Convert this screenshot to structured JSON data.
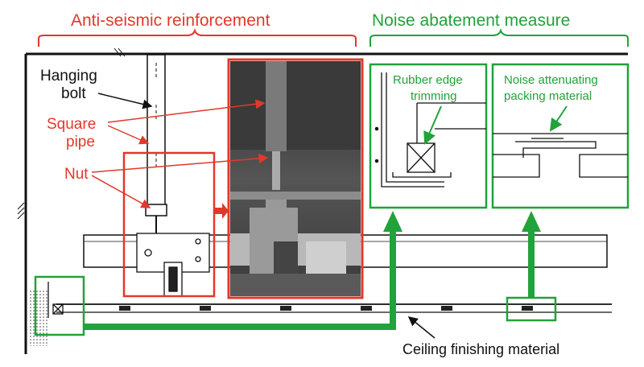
{
  "headers": {
    "anti_seismic": "Anti-seismic reinforcement",
    "noise_abatement": "Noise abatement measure"
  },
  "labels": {
    "hanging_bolt_1": "Hanging",
    "hanging_bolt_2": "bolt",
    "square_pipe_1": "Square",
    "square_pipe_2": "pipe",
    "nut": "Nut",
    "rubber_edge_1": "Rubber edge",
    "rubber_edge_2": "trimming",
    "noise_packing_1": "Noise attenuating",
    "noise_packing_2": "packing material",
    "ceiling_finishing": "Ceiling finishing material"
  },
  "colors": {
    "red": "#e0392b",
    "green": "#22a23a",
    "line": "#111111"
  }
}
